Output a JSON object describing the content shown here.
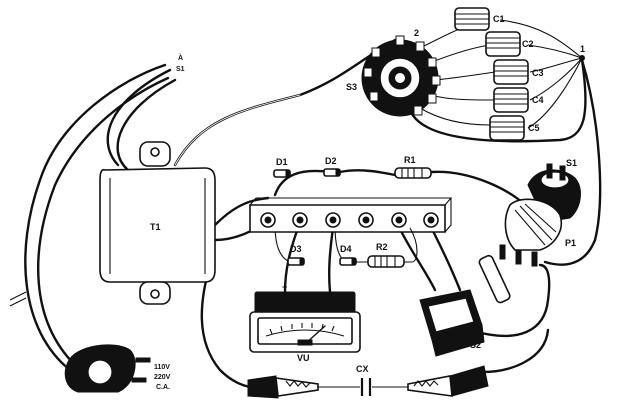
{
  "labels": {
    "transformer": "T1",
    "mains_switch_ref": "À\nS1",
    "mains_switch_ref_top": "À",
    "mains_switch_ref_bottom": "S1",
    "rotary_switch": "S3",
    "switch_pole_2": "2",
    "common_node_1": "1",
    "capacitor_1": "C1",
    "capacitor_2": "C2",
    "capacitor_3": "C3",
    "capacitor_4": "C4",
    "capacitor_5": "C5",
    "diode_1": "D1",
    "diode_2": "D2",
    "diode_3": "D3",
    "diode_4": "D4",
    "resistor_1": "R1",
    "resistor_2": "R2",
    "power_switch": "S1",
    "potentiometer": "P1",
    "meter": "VU",
    "meter_polarity": "+",
    "rocker_switch": "S2",
    "capacitor_under_test": "CX",
    "plug_voltage_1": "110V",
    "plug_voltage_2": "220V",
    "plug_voltage_3": "C.A."
  }
}
